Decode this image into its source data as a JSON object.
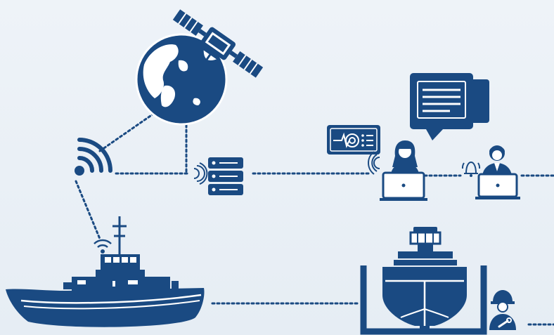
{
  "palette": {
    "primary": "#1a4a82",
    "background": "#eaf0f6",
    "screen_light": "#ffffff"
  },
  "nodes": [
    {
      "id": "satellite",
      "icon": "satellite-icon"
    },
    {
      "id": "globe",
      "icon": "globe-icon"
    },
    {
      "id": "wireless-transmitter",
      "icon": "wifi-icon"
    },
    {
      "id": "server",
      "icon": "server-icon"
    },
    {
      "id": "monitoring-display",
      "icon": "waveform-display-icon"
    },
    {
      "id": "chat-bubble",
      "icon": "chat-bubble-icon"
    },
    {
      "id": "operator-female",
      "icon": "operator-laptop-icon"
    },
    {
      "id": "operator-male",
      "icon": "operator-laptop-icon"
    },
    {
      "id": "alarm-bell",
      "icon": "bell-icon"
    },
    {
      "id": "tugboat",
      "icon": "tugboat-icon"
    },
    {
      "id": "drydock-ship",
      "icon": "drydock-icon"
    },
    {
      "id": "engineer",
      "icon": "engineer-icon"
    }
  ],
  "connections": [
    [
      "wireless-transmitter",
      "globe"
    ],
    [
      "globe",
      "server"
    ],
    [
      "wireless-transmitter",
      "server"
    ],
    [
      "server",
      "operator-female"
    ],
    [
      "operator-female",
      "operator-male"
    ],
    [
      "operator-male",
      "offscreen-right"
    ],
    [
      "tugboat",
      "wireless-transmitter"
    ],
    [
      "tugboat",
      "drydock-ship"
    ],
    [
      "engineer",
      "offscreen-right"
    ]
  ]
}
